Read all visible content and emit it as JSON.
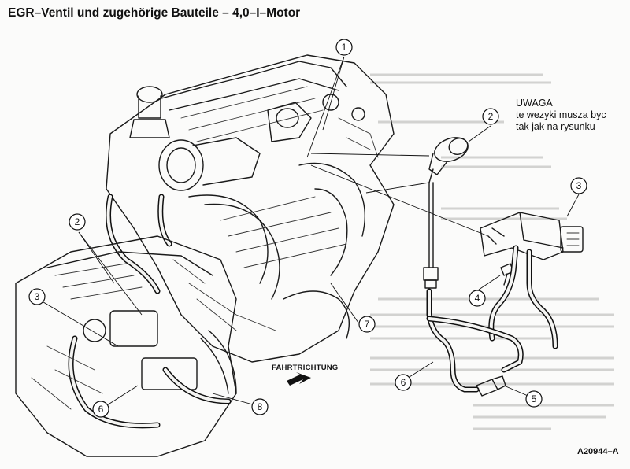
{
  "title": "EGR–Ventil und zugehörige Bauteile – 4,0–I–Motor",
  "note": {
    "line1": "UWAGA",
    "line2": "te wezyki musza byc",
    "line3": "tak jak na rysunku"
  },
  "direction_label": "FAHRTRICHTUNG",
  "figure_id": "A20944–A",
  "callouts": {
    "c1": "1",
    "c2a": "2",
    "c2b": "2",
    "c3a": "3",
    "c3b": "3",
    "c4": "4",
    "c5": "5",
    "c6a": "6",
    "c6b": "6",
    "c7": "7",
    "c8": "8"
  },
  "icons": {
    "direction_arrow": "arrow-left-down-icon"
  }
}
